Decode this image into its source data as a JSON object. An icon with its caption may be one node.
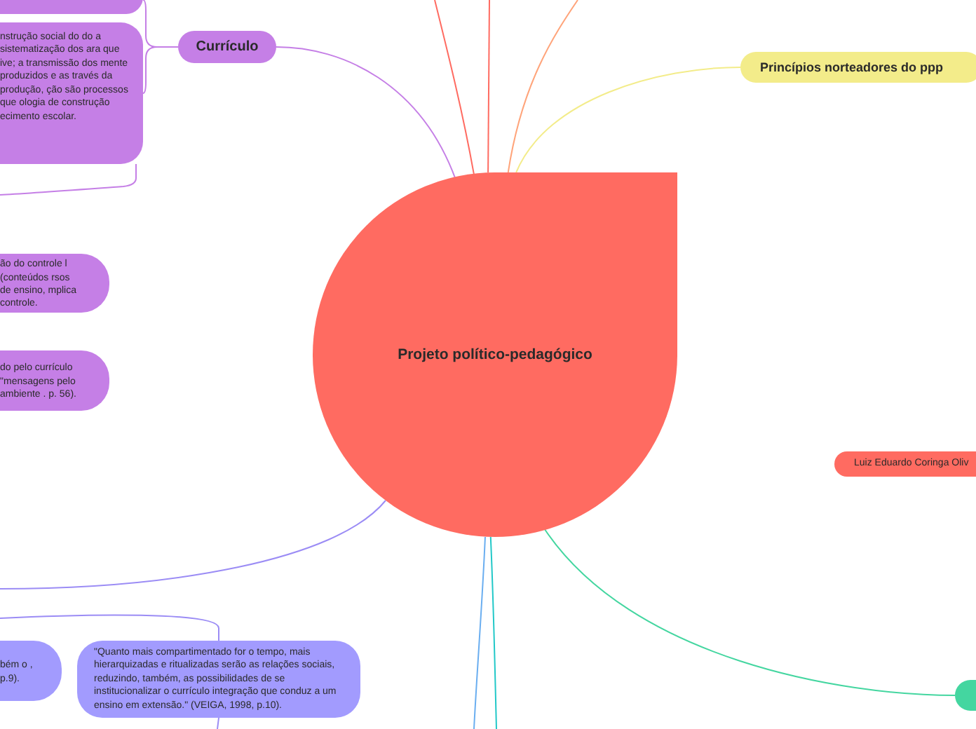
{
  "diagram": {
    "nodes": [
      {
        "text": [
          "Projeto político-pedagógico"
        ]
      },
      {
        "text": [
          "Currículo"
        ]
      },
      {
        "text": [],
        "shape": "box"
      },
      {
        "text": [
          "nstrução social do do a sistematização dos ara que ive; a transmissão dos mente produzidos e as través da produção, ção são processos que ologia de construção ecimento escolar."
        ]
      },
      {
        "text": [
          "ão do controle l (conteúdos rsos de ensino, mplica controle."
        ]
      },
      {
        "text": [
          "do pelo currículo \"mensagens pelo ambiente . p. 56)."
        ]
      },
      {
        "text": [
          "Princípios norteadores do ppp"
        ]
      },
      {
        "text": [
          "Luiz Eduardo Coringa Oliv"
        ]
      },
      {
        "text": [
          "bém o , p.9)."
        ]
      },
      {
        "text": [
          "\"Quanto mais compartimentado for o tempo, mais hierarquizadas e ritualizadas serão as relações sociais, reduzindo, também, as possibilidades de se institucionalizar o currículo integração que conduz a um ensino em extensão.\" (VEIGA, 1998, p.10)."
        ]
      },
      {
        "text": [],
        "shape": "box"
      }
    ],
    "edges": [
      {
        "from": 0,
        "to": 1,
        "arrow": "none",
        "color": "#c57fe6"
      },
      {
        "from": 1,
        "to": 2,
        "arrow": "none",
        "color": "#c57fe6"
      },
      {
        "from": 1,
        "to": 3,
        "arrow": "none",
        "color": "#c57fe6"
      },
      {
        "from": 0,
        "to": 6,
        "arrow": "none",
        "color": "#f3ec8a"
      },
      {
        "from": 0,
        "to": 10,
        "arrow": "none",
        "color": "#44d6a0"
      },
      {
        "from": 0,
        "to": null,
        "arrow": "none",
        "color": "#ff6b61"
      },
      {
        "from": 0,
        "to": null,
        "arrow": "none",
        "color": "#ff6b61"
      },
      {
        "from": 0,
        "to": null,
        "arrow": "none",
        "color": "#ffa47a"
      },
      {
        "from": 0,
        "to": null,
        "arrow": "none",
        "color": "#9b8cf5"
      },
      {
        "from": 0,
        "to": null,
        "arrow": "none",
        "color": "#6aaef0"
      },
      {
        "from": 0,
        "to": null,
        "arrow": "none",
        "color": "#22c8c8"
      },
      {
        "from": null,
        "to": 9,
        "arrow": "none",
        "color": "#9b8cf5"
      },
      {
        "from": 9,
        "to": null,
        "arrow": "none",
        "color": "#9b8cf5"
      },
      {
        "from": 3,
        "to": null,
        "arrow": "none",
        "color": "#c57fe6"
      }
    ]
  }
}
